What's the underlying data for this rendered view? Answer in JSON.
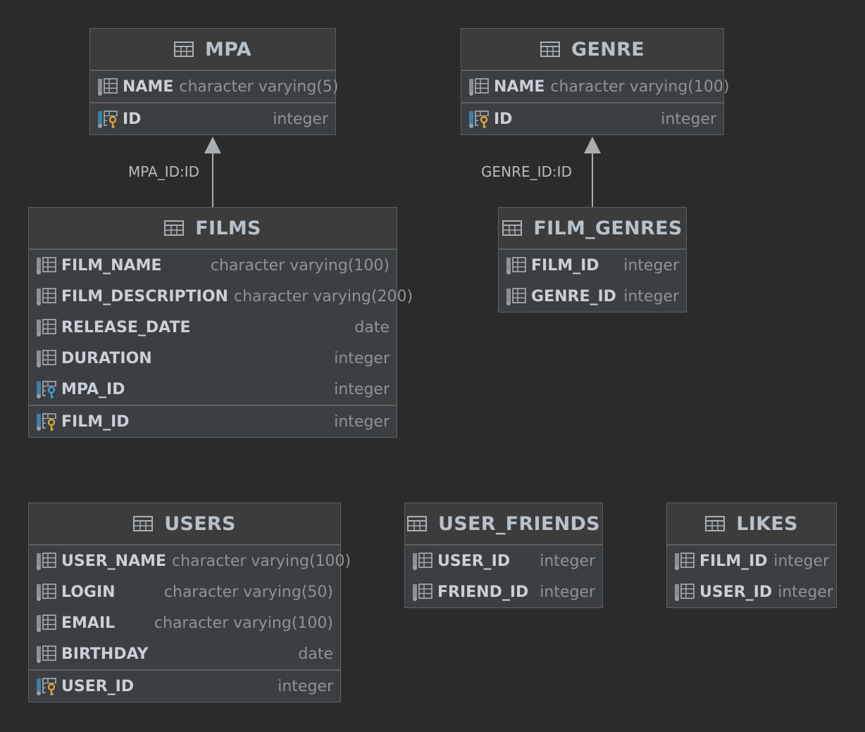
{
  "tables": {
    "mpa": {
      "title": "MPA",
      "columns": [
        {
          "name": "NAME",
          "type": "character varying(5)",
          "icon": "column-icon"
        }
      ],
      "pk_columns": [
        {
          "name": "ID",
          "type": "integer",
          "icon": "primary-key-icon"
        }
      ]
    },
    "genre": {
      "title": "GENRE",
      "columns": [
        {
          "name": "NAME",
          "type": "character varying(100)",
          "icon": "column-icon"
        }
      ],
      "pk_columns": [
        {
          "name": "ID",
          "type": "integer",
          "icon": "primary-key-icon"
        }
      ]
    },
    "films": {
      "title": "FILMS",
      "columns": [
        {
          "name": "FILM_NAME",
          "type": "character varying(100)",
          "icon": "column-icon"
        },
        {
          "name": "FILM_DESCRIPTION",
          "type": "character varying(200)",
          "icon": "column-icon"
        },
        {
          "name": "RELEASE_DATE",
          "type": "date",
          "icon": "column-icon"
        },
        {
          "name": "DURATION",
          "type": "integer",
          "icon": "column-icon"
        },
        {
          "name": "MPA_ID",
          "type": "integer",
          "icon": "foreign-key-icon"
        }
      ],
      "pk_columns": [
        {
          "name": "FILM_ID",
          "type": "integer",
          "icon": "primary-key-icon"
        }
      ]
    },
    "film_genres": {
      "title": "FILM_GENRES",
      "columns": [
        {
          "name": "FILM_ID",
          "type": "integer",
          "icon": "column-icon"
        },
        {
          "name": "GENRE_ID",
          "type": "integer",
          "icon": "column-icon"
        }
      ],
      "pk_columns": []
    },
    "users": {
      "title": "USERS",
      "columns": [
        {
          "name": "USER_NAME",
          "type": "character varying(100)",
          "icon": "column-icon"
        },
        {
          "name": "LOGIN",
          "type": "character varying(50)",
          "icon": "column-icon"
        },
        {
          "name": "EMAIL",
          "type": "character varying(100)",
          "icon": "column-icon"
        },
        {
          "name": "BIRTHDAY",
          "type": "date",
          "icon": "column-icon"
        }
      ],
      "pk_columns": [
        {
          "name": "USER_ID",
          "type": "integer",
          "icon": "primary-key-icon"
        }
      ]
    },
    "user_friends": {
      "title": "USER_FRIENDS",
      "columns": [
        {
          "name": "USER_ID",
          "type": "integer",
          "icon": "column-icon"
        },
        {
          "name": "FRIEND_ID",
          "type": "integer",
          "icon": "column-icon"
        }
      ],
      "pk_columns": []
    },
    "likes": {
      "title": "LIKES",
      "columns": [
        {
          "name": "FILM_ID",
          "type": "integer",
          "icon": "column-icon"
        },
        {
          "name": "USER_ID",
          "type": "integer",
          "icon": "column-icon"
        }
      ],
      "pk_columns": []
    }
  },
  "relations": [
    {
      "from": "films",
      "to": "mpa",
      "label": "MPA_ID:ID"
    },
    {
      "from": "film_genres",
      "to": "genre",
      "label": "GENRE_ID:ID"
    }
  ],
  "colors": {
    "background": "#2b2b2b",
    "table_body": "#3c3f41",
    "border": "#5e6060",
    "column_name": "#c8d0d8",
    "column_type": "#8f9396",
    "key_gold": "#d9a53a",
    "fk_blue": "#3f9fd6"
  }
}
